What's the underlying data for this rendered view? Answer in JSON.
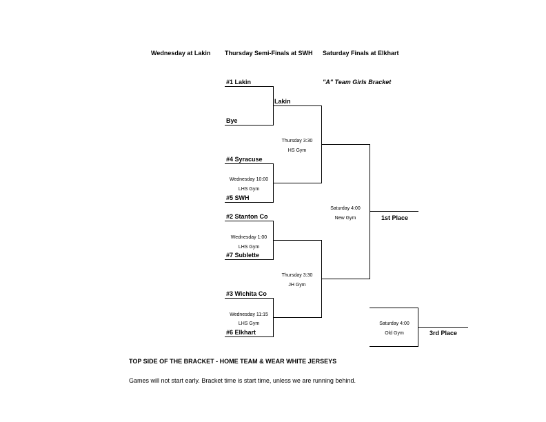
{
  "headers": {
    "col1": "Wednesday at Lakin",
    "col2": "Thursday Semi-Finals at SWH",
    "col3": "Saturday Finals at Elkhart"
  },
  "bracket_title": "\"A\" Team Girls Bracket",
  "teams": {
    "seed1": "#1 Lakin",
    "bye": "Bye",
    "seed4": "#4 Syracuse",
    "seed5": "#5 SWH",
    "seed2": "#2 Stanton Co",
    "seed7": "#7 Sublette",
    "seed3": "#3 Wichita Co",
    "seed6": "#6 Elkhart",
    "advance_lakin": "Lakin"
  },
  "games": {
    "g45": {
      "time": "Wednesday 10:00",
      "site": "LHS Gym"
    },
    "g27": {
      "time": "Wednesday 1:00",
      "site": "LHS Gym"
    },
    "g36": {
      "time": "Wednesday 11:15",
      "site": "LHS Gym"
    },
    "semi_top": {
      "time": "Thursday 3:30",
      "site": "HS Gym"
    },
    "semi_bottom": {
      "time": "Thursday 3:30",
      "site": "JH  Gym"
    },
    "final": {
      "time": "Saturday 4:00",
      "site": "New Gym"
    },
    "third": {
      "time": "Saturday 4:00",
      "site": "Old Gym"
    }
  },
  "results": {
    "first": "1st Place",
    "third": "3rd Place"
  },
  "notes": {
    "home_team": "TOP SIDE OF THE BRACKET - HOME TEAM & WEAR WHITE JERSEYS",
    "start_time": "Games will not start early. Bracket time is start time, unless we are running behind."
  }
}
